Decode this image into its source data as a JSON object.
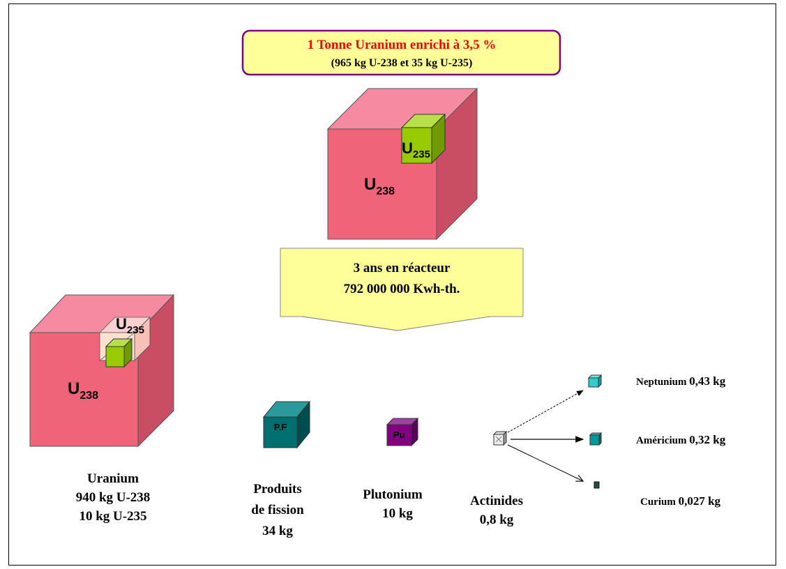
{
  "header": {
    "title": "1 Tonne  Uranium enrichi à 3,5 %",
    "subtitle": "(965 kg U-238 et 35 kg U-235)"
  },
  "isotopes": {
    "u_main": "U",
    "u238_sub": "238",
    "u235_sub": "235"
  },
  "reactor": {
    "line1": "3 ans en réacteur",
    "line2": "792 000 000 Kwh-th."
  },
  "cube_labels": {
    "pf": "P.F",
    "pu": "Pu"
  },
  "captions": {
    "uranium": [
      "Uranium",
      "940 kg U-238",
      "10 kg U-235"
    ],
    "fission": [
      "Produits",
      "de fission",
      "34 kg"
    ],
    "plutonium": [
      "Plutonium",
      "10 kg"
    ],
    "actinides": [
      "Actinides",
      "0,8 kg"
    ]
  },
  "actinides_breakdown": [
    {
      "name": "Neptunium",
      "mass": "0,43 kg"
    },
    {
      "name": "Américium",
      "mass": "0,32 kg"
    },
    {
      "name": "Curium",
      "mass": "0,027 kg"
    }
  ],
  "colors": {
    "u238_front": "#f0647a",
    "u238_top": "#f58aa0",
    "u238_side": "#c94e63",
    "u235_front": "#99cc00",
    "title_red": "#ff0000",
    "box_border": "#800080",
    "box_fill": "#ffff99",
    "pf": "#006f6f",
    "pu": "#800080",
    "np": "#33cccc",
    "am": "#009999"
  }
}
